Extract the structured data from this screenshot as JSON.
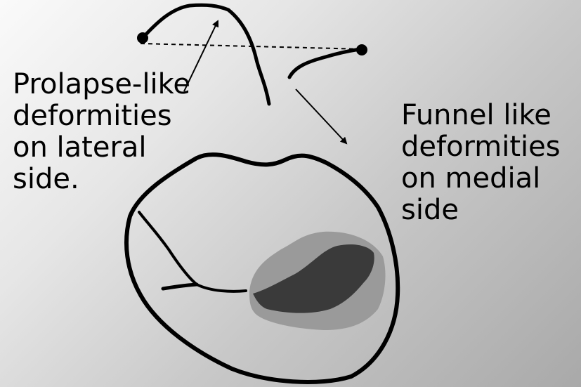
{
  "annotations": {
    "lateral": {
      "lines": [
        "Prolapse-like",
        "deformities",
        "on lateral",
        "side."
      ]
    },
    "medial": {
      "lines": [
        "Funnel like",
        "deformities",
        "on medial",
        "side"
      ]
    }
  },
  "colors": {
    "stroke": "#000000",
    "outer_shading": "#9a9a9a",
    "inner_shading": "#3a3a3a"
  }
}
